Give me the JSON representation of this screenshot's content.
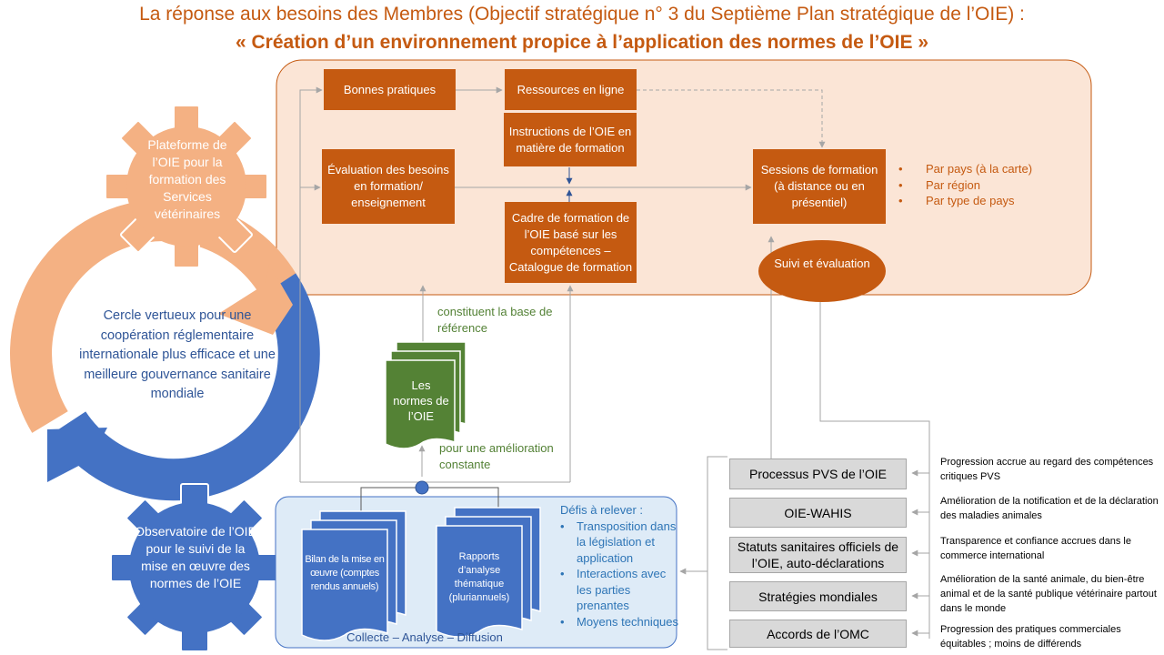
{
  "title": {
    "line1": "La réponse aux besoins des Membres (Objectif stratégique n° 3 du Septième Plan stratégique de l’OIE) :",
    "line2": "« Création d’un environnement propice à l’application des normes de l’OIE »"
  },
  "gear_top": "Plateforme de l’OIE pour la formation des Services vétérinaires",
  "gear_bottom": "Observatoire de l’OIE pour le suivi de la mise en œuvre des normes de l’OIE",
  "circle_text": "Cercle vertueux pour une coopération réglementaire internationale plus efficace et une meilleure gouvernance sanitaire mondiale",
  "boxes": {
    "bonnes": "Bonnes pratiques",
    "ressources": "Ressources en ligne",
    "instructions": "Instructions de l’OIE en matière de formation",
    "evaluation": "Évaluation des besoins en formation/ enseignement",
    "cadre": "Cadre de formation de l’OIE basé sur les compétences – Catalogue de formation",
    "sessions": "Sessions de formation (à distance ou en présentiel)",
    "suivi": "Suivi et évaluation"
  },
  "sessions_bullets": [
    "Par pays (à la carte)",
    "Par région",
    "Par type de pays"
  ],
  "normes": "Les normes de l’OIE",
  "label_base": "constituent la base de référence",
  "label_amelioration": "pour une amélioration constante",
  "bilan": "Bilan de la mise en œuvre (comptes rendus annuels)",
  "rapports": "Rapports d’analyse thématique (pluriannuels)",
  "collecte": "Collecte – Analyse – Diffusion",
  "defis": {
    "title": "Défis à relever :",
    "items": [
      "Transposition dans la législation et application",
      "Interactions avec les parties prenantes",
      "Moyens techniques"
    ]
  },
  "grey_boxes": [
    "Processus PVS de l’OIE",
    "OIE-WAHIS",
    "Statuts sanitaires officiels de l’OIE, auto-déclarations",
    "Stratégies mondiales",
    "Accords de l’OMC"
  ],
  "outcomes": [
    "Progression accrue au regard des compétences  critiques PVS",
    "Amélioration de la notification et de la déclaration des maladies animales",
    "Transparence et confiance accrues dans le commerce  international",
    "Amélioration de la santé animale, du bien-être animal et de  la santé publique vétérinaire partout dans le monde",
    "Progression des pratiques commerciales équitables ; moins de différends"
  ],
  "colors": {
    "accent_orange": "#C55A11",
    "light_orange": "#FBE5D6",
    "gear_top": "#F4B183",
    "gear_bottom": "#4472C4",
    "green": "#548235",
    "blue_panel": "#DEEBF7",
    "grey": "#D9D9D9"
  }
}
